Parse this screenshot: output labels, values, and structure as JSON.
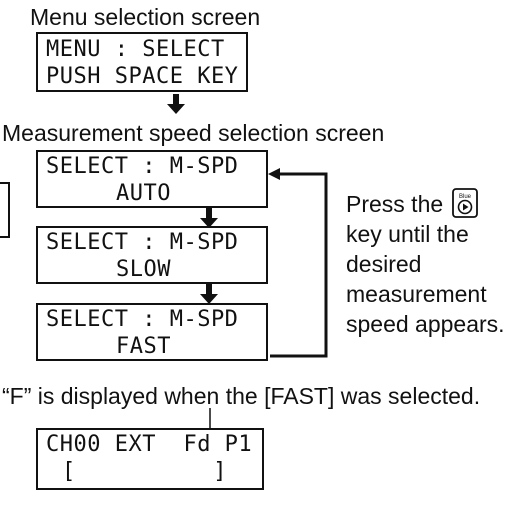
{
  "menu_heading": "Menu selection screen",
  "menu_screen": {
    "line1": "MENU : SELECT",
    "line2": "PUSH SPACE KEY"
  },
  "speed_heading": "Measurement speed selection screen",
  "speed_screens": [
    {
      "line1": "SELECT : M-SPD",
      "line2": "AUTO"
    },
    {
      "line1": "SELECT : M-SPD",
      "line2": "SLOW"
    },
    {
      "line1": "SELECT : M-SPD",
      "line2": "FAST"
    }
  ],
  "instruction": {
    "before_key": "Press the",
    "key_label": "Blue",
    "after_key": "key until the desired measurement speed appears."
  },
  "fast_note": "“F” is displayed when the [FAST] was selected.",
  "status_screen": {
    "line1": "CH00 EXT  Fd P1",
    "line2": "[          ]"
  },
  "icons": {
    "down_arrow": "down-arrow-icon",
    "blue_key": "blue-key-icon"
  }
}
